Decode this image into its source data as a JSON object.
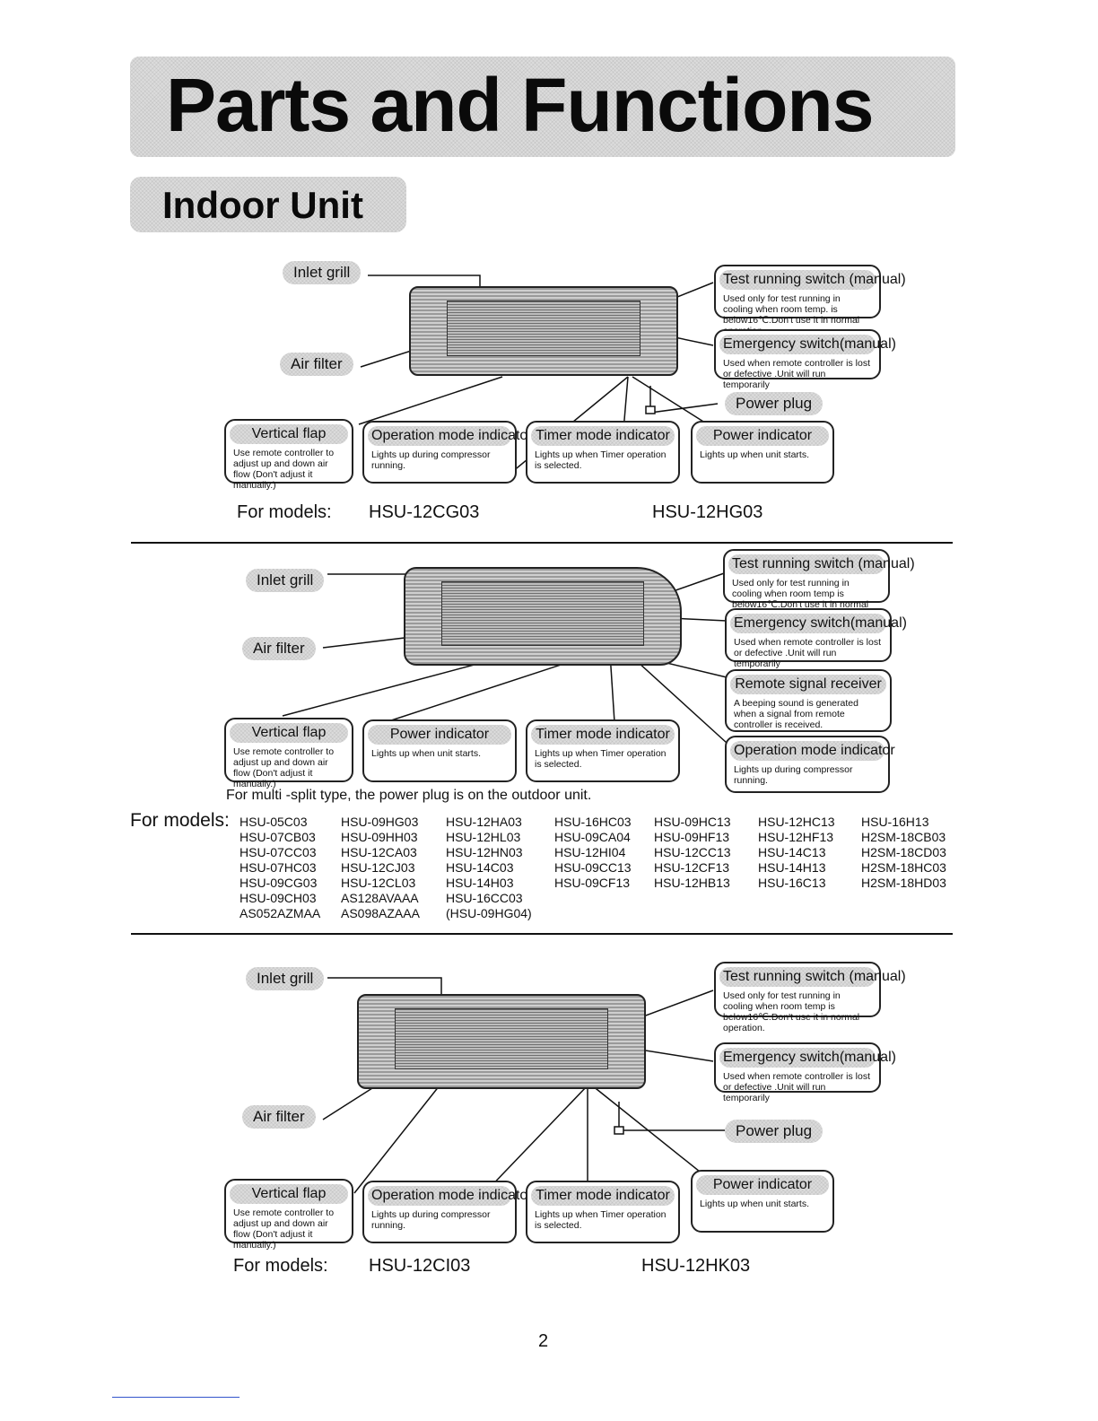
{
  "title": "Parts and Functions",
  "subtitle": "Indoor Unit",
  "labels": {
    "inlet_grill": "Inlet grill",
    "air_filter": "Air filter",
    "power_plug": "Power plug"
  },
  "callouts": {
    "test_running": {
      "title": "Test running switch (manual)",
      "desc_a": "Used only for test running in cooling when room temp. is below16℃.Don't use it in normal operation.",
      "desc_b": "Used only for test running in cooling when room temp is below16℃.Don't use it in normal operation."
    },
    "emergency": {
      "title": "Emergency switch(manual)",
      "desc": "Used when remote controller is lost or defective .Unit will run temporarily"
    },
    "vertical_flap": {
      "title": "Vertical flap",
      "desc": "Use remote controller to adjust up and down air flow (Don't adjust it manually.)"
    },
    "operation_mode": {
      "title": "Operation mode indicator",
      "desc": "Lights up during compressor running."
    },
    "timer_mode": {
      "title": "Timer mode indicator",
      "desc": "Lights up when Timer operation is selected."
    },
    "power_indicator": {
      "title": "Power indicator",
      "desc": "Lights up when unit starts."
    },
    "remote_signal": {
      "title": "Remote signal receiver",
      "desc": "A beeping sound is generated when a signal from remote controller is received."
    }
  },
  "section1": {
    "for_models": "For models:",
    "models": [
      "HSU-12CG03",
      "HSU-12HG03"
    ]
  },
  "section2": {
    "note": "For multi -split type, the power plug is on the outdoor unit.",
    "for_models": "For models:",
    "columns": [
      [
        "HSU-05C03",
        "HSU-07CB03",
        "HSU-07CC03",
        "HSU-07HC03",
        "HSU-09CG03",
        "HSU-09CH03",
        "AS052AZMAA"
      ],
      [
        "HSU-09HG03",
        "HSU-09HH03",
        "HSU-12CA03",
        "HSU-12CJ03",
        "HSU-12CL03",
        "AS128AVAAA",
        "AS098AZAAA"
      ],
      [
        "HSU-12HA03",
        "HSU-12HL03",
        "HSU-12HN03",
        "HSU-14C03",
        "HSU-14H03",
        "HSU-16CC03",
        "(HSU-09HG04)"
      ],
      [
        "HSU-16HC03",
        "HSU-09CA04",
        "HSU-12HI04",
        "HSU-09CC13",
        "HSU-09CF13"
      ],
      [
        "HSU-09HC13",
        "HSU-09HF13",
        "HSU-12CC13",
        "HSU-12CF13",
        "HSU-12HB13"
      ],
      [
        "HSU-12HC13",
        "HSU-12HF13",
        "HSU-14C13",
        "HSU-14H13",
        "HSU-16C13"
      ],
      [
        "HSU-16H13",
        "H2SM-18CB03",
        "H2SM-18CD03",
        "H2SM-18HC03",
        "H2SM-18HD03"
      ]
    ]
  },
  "section3": {
    "for_models": "For models:",
    "models": [
      "HSU-12CI03",
      "HSU-12HK03"
    ]
  },
  "page_number": "2"
}
